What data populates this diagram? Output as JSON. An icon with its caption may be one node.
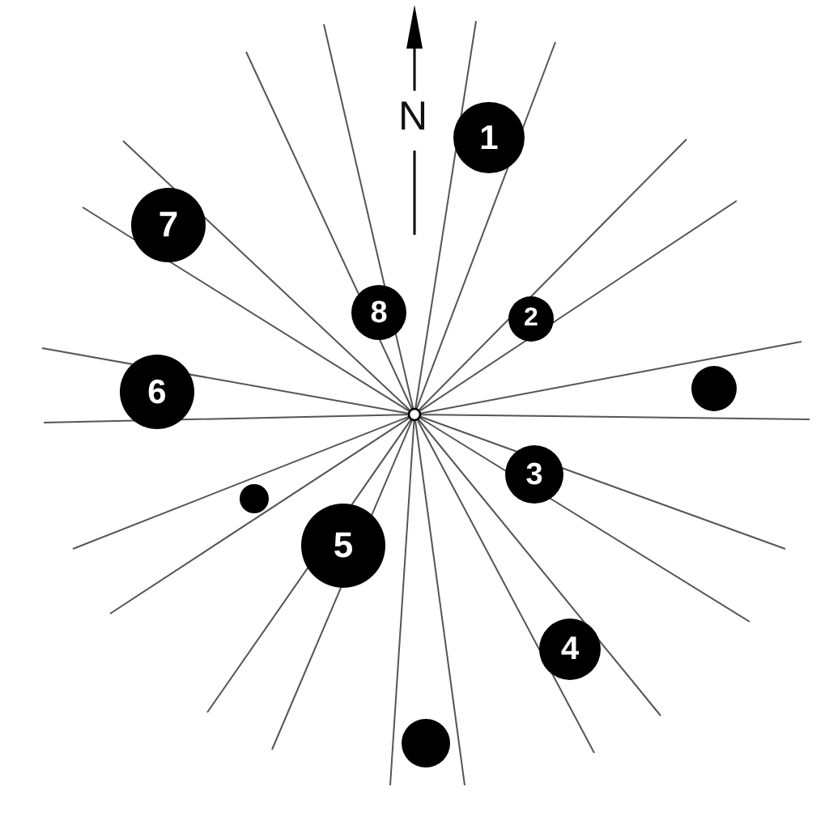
{
  "diagram": {
    "nodes": [
      {
        "text": [
          "1"
        ]
      },
      {
        "text": [
          "2"
        ]
      },
      {
        "text": [
          "3"
        ]
      },
      {
        "text": [
          "4"
        ]
      },
      {
        "text": [
          "5"
        ]
      },
      {
        "text": [
          "6"
        ]
      },
      {
        "text": [
          "7"
        ]
      },
      {
        "text": [
          "8"
        ]
      },
      {
        "text": [],
        "shape": "circle"
      },
      {
        "text": [],
        "shape": "circle"
      },
      {
        "text": [],
        "shape": "circle"
      }
    ],
    "labels": [
      "N"
    ]
  }
}
